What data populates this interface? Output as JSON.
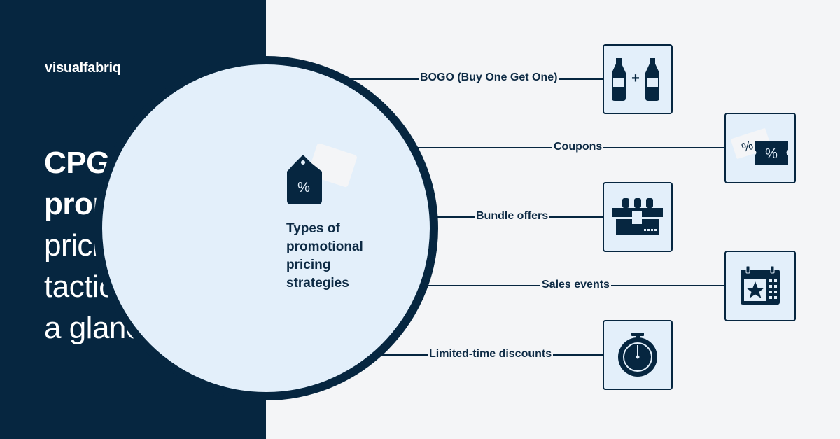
{
  "brand": {
    "logo_text": "visualfabriq"
  },
  "headline": {
    "line1": "CPG",
    "line2": "promotional",
    "line3": "pricing",
    "line4": "tactics at",
    "line5": "a glance"
  },
  "center": {
    "title_lines": [
      "Types of",
      "promotional",
      "pricing",
      "strategies"
    ],
    "icon": "percent-tag-icon"
  },
  "strategies": [
    {
      "label": "BOGO (Buy One Get One)",
      "icon": "bottles-plus-icon"
    },
    {
      "label": "Coupons",
      "icon": "coupon-percent-icon"
    },
    {
      "label": "Bundle offers",
      "icon": "bundle-box-icon"
    },
    {
      "label": "Sales events",
      "icon": "calendar-star-icon"
    },
    {
      "label": "Limited-time discounts",
      "icon": "stopwatch-icon"
    }
  ],
  "colors": {
    "navy": "#062640",
    "light_blue": "#e3effa",
    "background": "#f4f5f7",
    "text": "#0d2a44"
  }
}
